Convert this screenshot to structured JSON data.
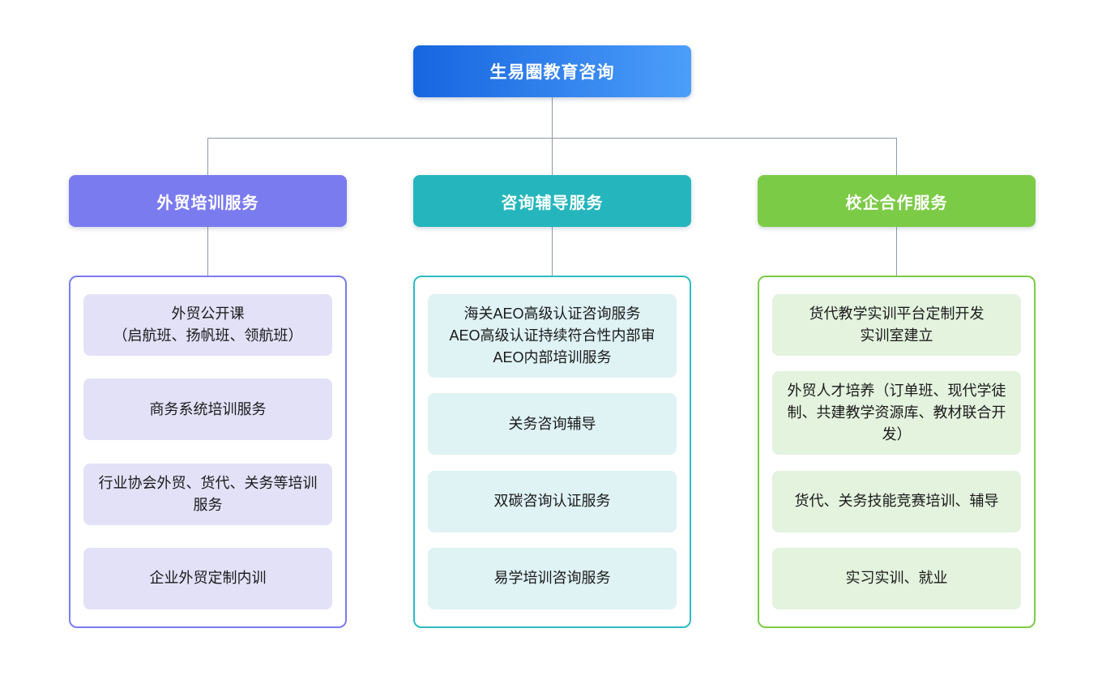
{
  "diagram": {
    "type": "org-chart",
    "connector_color": "#8E99A6",
    "root": {
      "label": "生易圈教育咨询",
      "gradient_start": "#1765E0",
      "gradient_end": "#4C9EFA",
      "text_color": "#ffffff"
    },
    "branches": [
      {
        "title": "外贸培训服务",
        "accent_color": "#7B7BF0",
        "item_fill": "#E3E1F8",
        "items": [
          "外贸公开课\n（启航班、扬帆班、领航班）",
          "商务系统培训服务",
          "行业协会外贸、货代、关务等培训服务",
          "企业外贸定制内训"
        ]
      },
      {
        "title": "咨询辅导服务",
        "accent_color": "#25B6BD",
        "item_fill": "#DFF2F4",
        "items": [
          "海关AEO高级认证咨询服务\nAEO高级认证持续符合性内部审\nAEO内部培训服务",
          "关务咨询辅导",
          "双碳咨询认证服务",
          "易学培训咨询服务"
        ]
      },
      {
        "title": "校企合作服务",
        "accent_color": "#7CCB46",
        "item_fill": "#E3F3DE",
        "items": [
          "货代教学实训平台定制开发\n实训室建立",
          "外贸人才培养（订单班、现代学徒制、共建教学资源库、教材联合开发）",
          "货代、关务技能竞赛培训、辅导",
          "实习实训、就业"
        ]
      }
    ]
  }
}
